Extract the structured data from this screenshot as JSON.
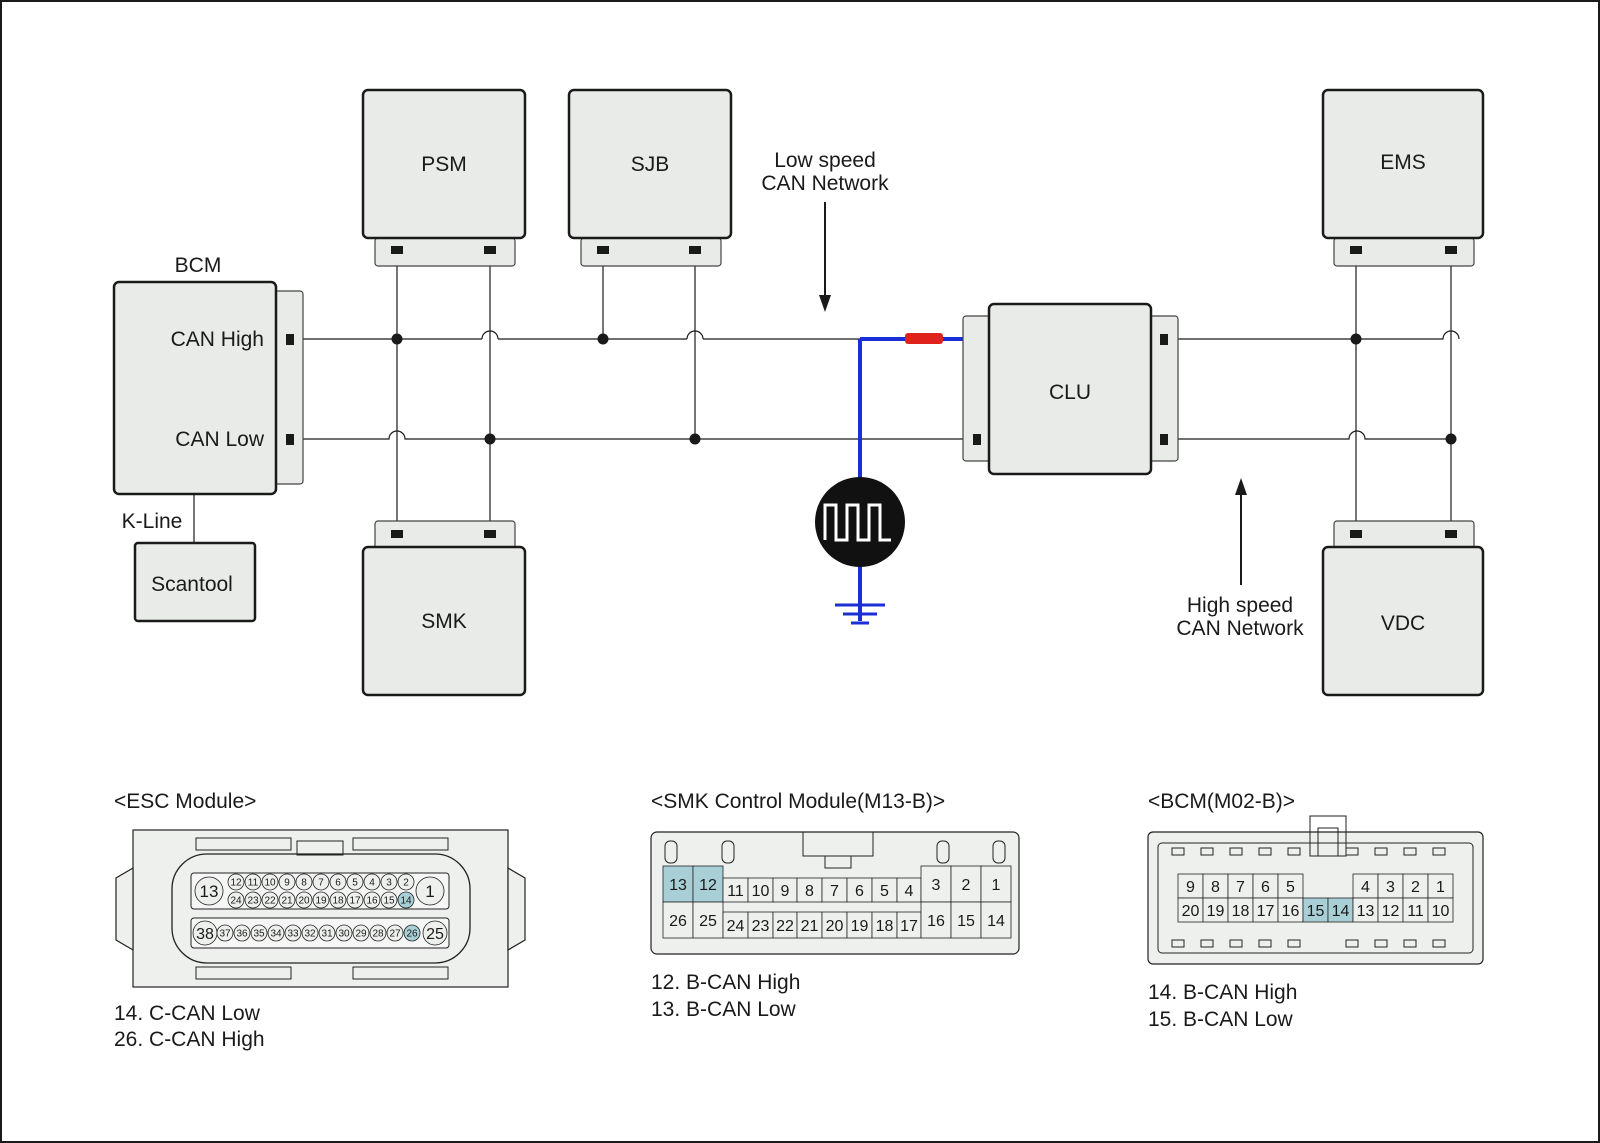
{
  "modules": {
    "psm": "PSM",
    "sjb": "SJB",
    "ems": "EMS",
    "bcm": "BCM",
    "clu": "CLU",
    "smk": "SMK",
    "vdc": "VDC",
    "scantool": "Scantool"
  },
  "labels": {
    "can_high": "CAN High",
    "can_low": "CAN Low",
    "k_line": "K-Line",
    "low_speed_line1": "Low speed",
    "low_speed_line2": "CAN Network",
    "high_speed_line1": "High speed",
    "high_speed_line2": "CAN Network"
  },
  "connectors": {
    "esc": {
      "title": "<ESC Module>",
      "row1": [
        "13",
        "12",
        "11",
        "10",
        "9",
        "8",
        "7",
        "6",
        "5",
        "4",
        "3",
        "2",
        "1"
      ],
      "row2": [
        "24",
        "23",
        "22",
        "21",
        "20",
        "19",
        "18",
        "17",
        "16",
        "15",
        "14"
      ],
      "row3": [
        "38",
        "37",
        "36",
        "35",
        "34",
        "33",
        "32",
        "31",
        "30",
        "29",
        "28",
        "27",
        "26",
        "25"
      ],
      "highlight": [
        "14",
        "26"
      ],
      "pins": [
        "14. C-CAN Low",
        "26. C-CAN High"
      ]
    },
    "smk": {
      "title": "<SMK Control Module(M13-B)>",
      "top_row": [
        "13",
        "12",
        "11",
        "10",
        "9",
        "8",
        "7",
        "6",
        "5",
        "4",
        "3",
        "2",
        "1"
      ],
      "bottom_row": [
        "26",
        "25",
        "24",
        "23",
        "22",
        "21",
        "20",
        "19",
        "18",
        "17",
        "16",
        "15",
        "14"
      ],
      "highlight": [
        "13",
        "12"
      ],
      "pins": [
        "12. B-CAN High",
        "13. B-CAN Low"
      ]
    },
    "bcm": {
      "title": "<BCM(M02-B)>",
      "top_left": [
        "9",
        "8",
        "7",
        "6",
        "5"
      ],
      "top_right": [
        "4",
        "3",
        "2",
        "1"
      ],
      "bottom_row": [
        "20",
        "19",
        "18",
        "17",
        "16",
        "15",
        "14",
        "13",
        "12",
        "11",
        "10"
      ],
      "highlight": [
        "15",
        "14"
      ],
      "pins": [
        "14. B-CAN High",
        "15. B-CAN Low"
      ]
    }
  },
  "colors": {
    "probe_wire": "#1a2fd6",
    "probe_lead_red": "#e0221c",
    "probe_tip_green": "#1f9a3a",
    "highlight_pin": "#a9cfd6"
  }
}
